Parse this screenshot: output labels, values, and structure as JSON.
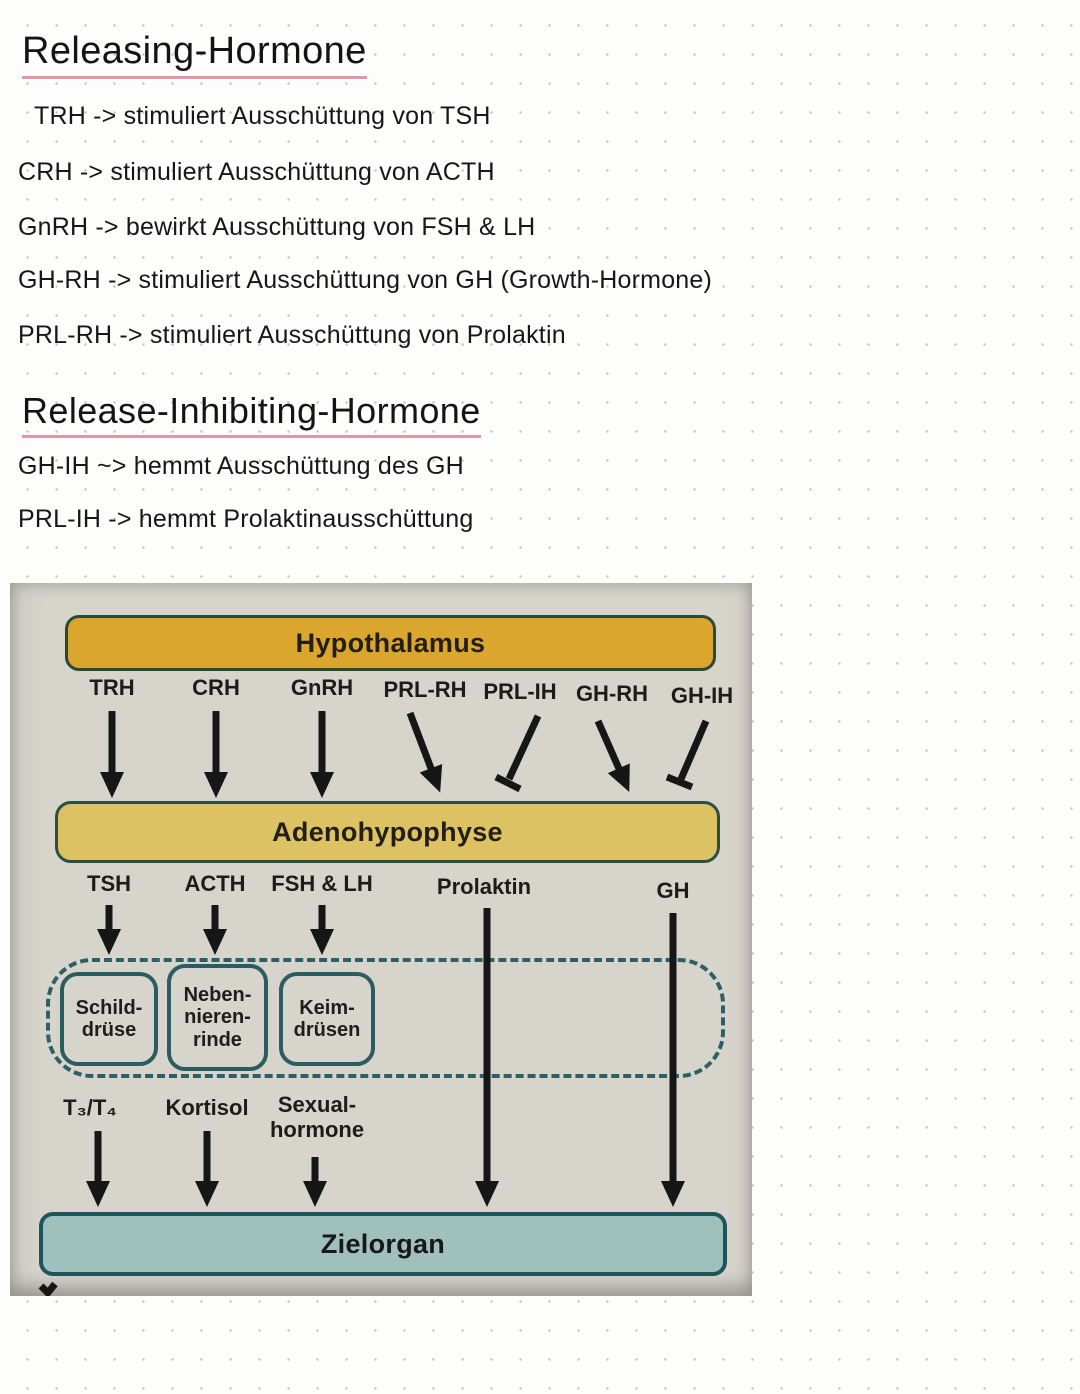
{
  "notes": {
    "s1": {
      "heading": "Releasing-Hormone",
      "lines": [
        "TRH -> stimuliert Ausschüttung von TSH",
        "CRH -> stimuliert Ausschüttung von ACTH",
        "GnRH -> bewirkt Ausschüttung von FSH & LH",
        "GH-RH -> stimuliert Ausschüttung von GH (Growth-Hormone)",
        "PRL-RH -> stimuliert Ausschüttung von Prolaktin"
      ]
    },
    "s2": {
      "heading": "Release-Inhibiting-Hormone",
      "lines": [
        "GH-IH ~> hemmt Ausschüttung des GH",
        "PRL-IH -> hemmt Prolaktinausschüttung"
      ]
    }
  },
  "diagram": {
    "hypothalamus": "Hypothalamus",
    "hypo_hormones": [
      "TRH",
      "CRH",
      "GnRH",
      "PRL-RH",
      "PRL-IH",
      "GH-RH",
      "GH-IH"
    ],
    "adenohypophyse": "Adenohypophyse",
    "pit_hormones": [
      "TSH",
      "ACTH",
      "FSH & LH",
      "Prolaktin",
      "GH"
    ],
    "glands": [
      "Schild-\ndrüse",
      "Neben-\nnieren-\nrinde",
      "Keim-\ndrüsen"
    ],
    "end_hormones": [
      "T₃/T₄",
      "Kortisol",
      "Sexual-\nhormone"
    ],
    "zielorgan": "Zielorgan"
  },
  "colors": {
    "underline_pink": "#e694ab",
    "hypothalamus_gold": "#dba62d",
    "adenohypophyse_yellow": "#dcc262",
    "zielorgan_teal": "#a0c0bc",
    "dashed_teal": "#2e5e68",
    "ink_black": "#161616",
    "photo_background": "#d7d4cc"
  }
}
